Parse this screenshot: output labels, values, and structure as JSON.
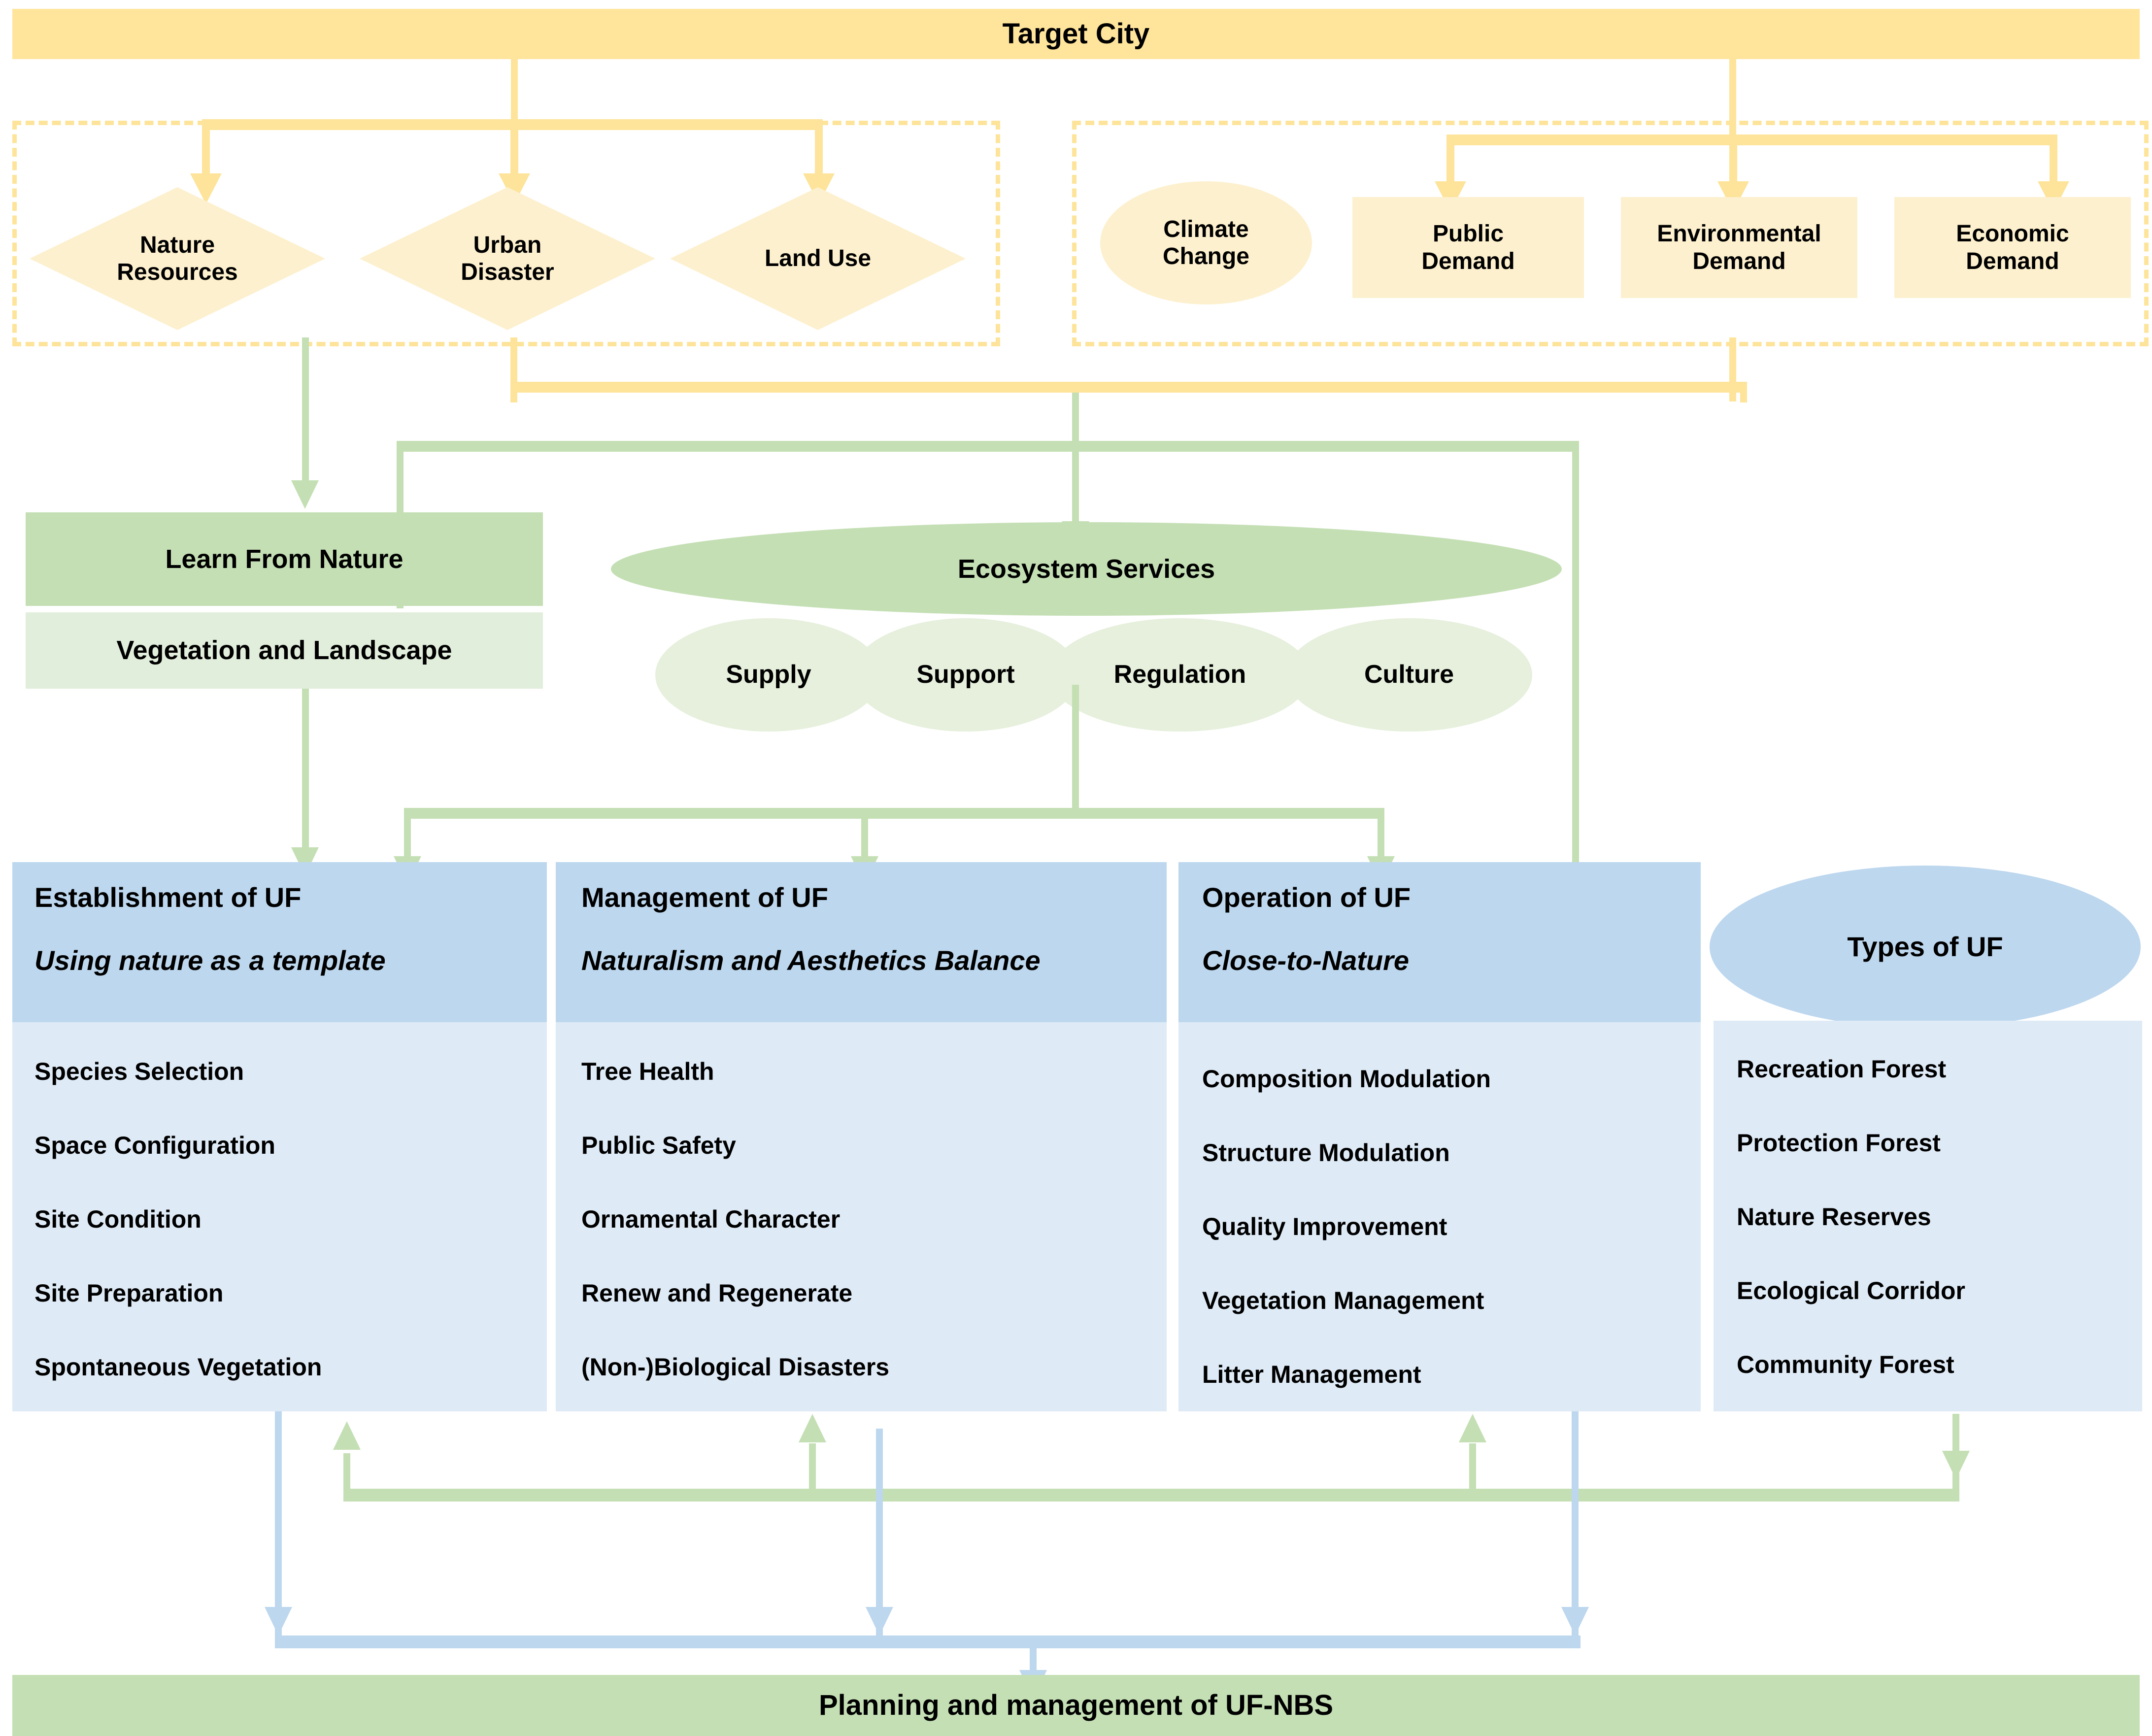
{
  "colors": {
    "yellow_bar": "#FFE49B",
    "yellow_shape": "#FDF0CE",
    "yellow_line": "#FDE49A",
    "green_head": "#C4DFB4",
    "green_body": "#E2EEDC",
    "blue_head": "#BDD7EE",
    "blue_body": "#DEEAF6"
  },
  "top": {
    "title": "Target City",
    "drivers_group": {
      "items": [
        {
          "label": "Nature\nResources",
          "shape": "diamond"
        },
        {
          "label": "Urban\nDisaster",
          "shape": "diamond"
        },
        {
          "label": "Land Use",
          "shape": "diamond"
        }
      ]
    },
    "demands_group": {
      "items": [
        {
          "label": "Climate\nChange",
          "shape": "ellipse"
        },
        {
          "label": "Public\nDemand",
          "shape": "rect"
        },
        {
          "label": "Environmental\nDemand",
          "shape": "rect"
        },
        {
          "label": "Economic\nDemand",
          "shape": "rect"
        }
      ]
    }
  },
  "middle": {
    "learn_from_nature": {
      "header": "Learn From Nature",
      "body": "Vegetation and Landscape"
    },
    "ecosystem_services": {
      "header": "Ecosystem Services",
      "categories": [
        "Supply",
        "Support",
        "Regulation",
        "Culture"
      ]
    }
  },
  "panels": [
    {
      "title": "Establishment of UF",
      "subtitle": "Using nature as a template",
      "items": [
        "Species Selection",
        "Space Configuration",
        "Site Condition",
        "Site Preparation",
        "Spontaneous Vegetation"
      ]
    },
    {
      "title": "Management of UF",
      "subtitle": "Naturalism and Aesthetics Balance",
      "items": [
        "Tree Health",
        "Public Safety",
        "Ornamental Character",
        "Renew and Regenerate",
        "(Non-)Biological Disasters"
      ]
    },
    {
      "title": "Operation of UF",
      "subtitle": "Close-to-Nature",
      "items": [
        "Composition Modulation",
        "Structure Modulation",
        "Quality Improvement",
        "Vegetation Management",
        "Litter Management"
      ]
    }
  ],
  "types_of_uf": {
    "title": "Types of UF",
    "items": [
      "Recreation Forest",
      "Protection Forest",
      "Nature Reserves",
      "Ecological Corridor",
      "Community Forest"
    ]
  },
  "bottom": {
    "label": "Planning and management of UF-NBS"
  }
}
